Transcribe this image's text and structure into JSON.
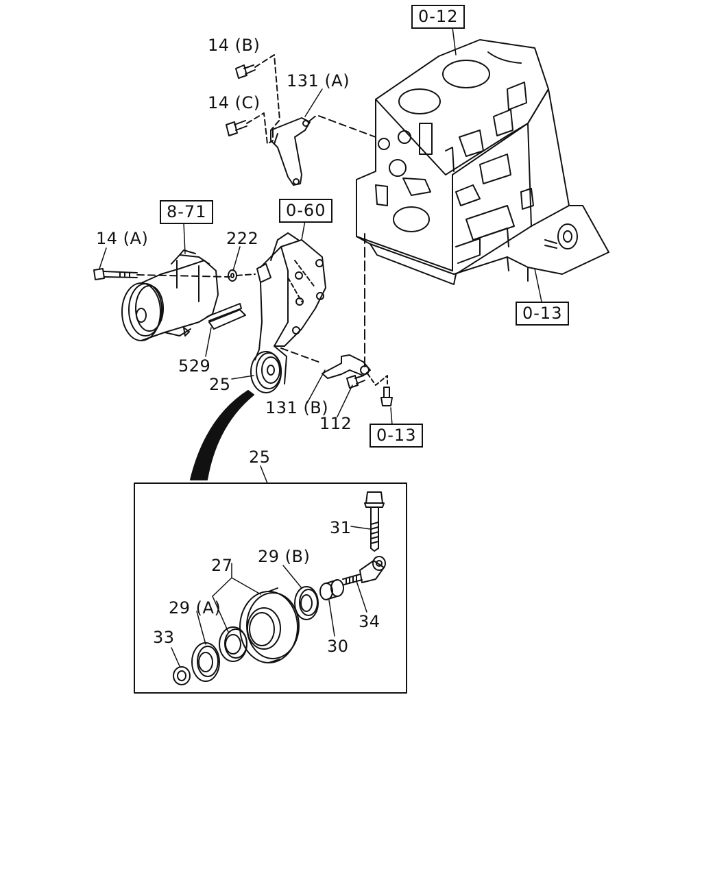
{
  "colors": {
    "line": "#111111",
    "background": "#ffffff"
  },
  "section_refs": {
    "ref_0_12": "0-12",
    "ref_8_71": "8-71",
    "ref_0_60": "0-60",
    "ref_0_13_right": "0-13",
    "ref_0_13_bottom": "0-13"
  },
  "part_labels": {
    "p14b": "14 (B)",
    "p14c": "14 (C)",
    "p131a": "131 (A)",
    "p14a": "14 (A)",
    "p222": "222",
    "p529": "529",
    "p25": "25",
    "p131b": "131 (B)",
    "p112": "112",
    "p25_detail": "25",
    "p31": "31",
    "p27": "27",
    "p29b": "29 (B)",
    "p29a": "29 (A)",
    "p33": "33",
    "p34": "34",
    "p30": "30"
  }
}
